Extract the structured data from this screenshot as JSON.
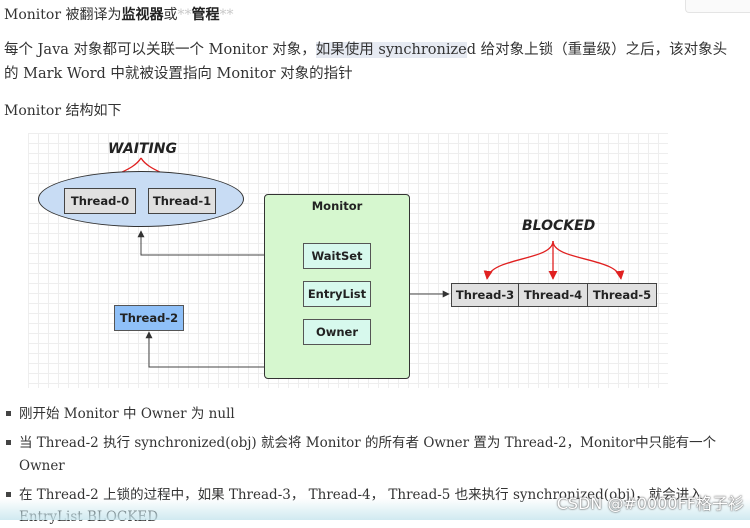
{
  "header": {
    "prefix": "Monitor 被翻译为",
    "term1": "监视器",
    "or": "或",
    "marks_left": "**",
    "term2": "管程",
    "marks_right": "**"
  },
  "paragraph": {
    "part1": "每个 Java 对象都可以关联一个 Monitor 对象，",
    "highlight": "如果使用 synchronize",
    "part2": "d 给对象上锁（重量级）之后，该对象头",
    "line2": "的 Mark Word 中就被设置指向 Monitor 对象的指针"
  },
  "caption": "Monitor 结构如下",
  "diagram": {
    "waiting_label": "WAITING",
    "blocked_label": "BLOCKED",
    "monitor_title": "Monitor",
    "waiting_threads": [
      "Thread-0",
      "Thread-1"
    ],
    "monitor_slots": [
      "WaitSet",
      "EntryList",
      "Owner"
    ],
    "blocked_threads": [
      "Thread-3",
      "Thread-4",
      "Thread-5"
    ],
    "owner_thread": "Thread-2",
    "colors": {
      "ellipse_fill": "#c8dcf4",
      "monitor_fill": "#d6f7cf",
      "slot_fill": "#d7f9ed",
      "owner_thread_fill": "#8fc0f8",
      "blocked_arrow": "#e02020"
    }
  },
  "bullets": [
    "刚开始 Monitor 中 Owner 为 null",
    "当 Thread-2 执行 synchronized(obj) 就会将 Monitor 的所有者 Owner 置为 Thread-2，Monitor中只能有一个",
    "Owner",
    "在 Thread-2 上锁的过程中，如果 Thread-3， Thread-4， Thread-5 也来执行 synchronized(obj)，就会进入",
    "EntryList BLOCKED"
  ],
  "watermark": "CSDN @#0000FF格子衫"
}
